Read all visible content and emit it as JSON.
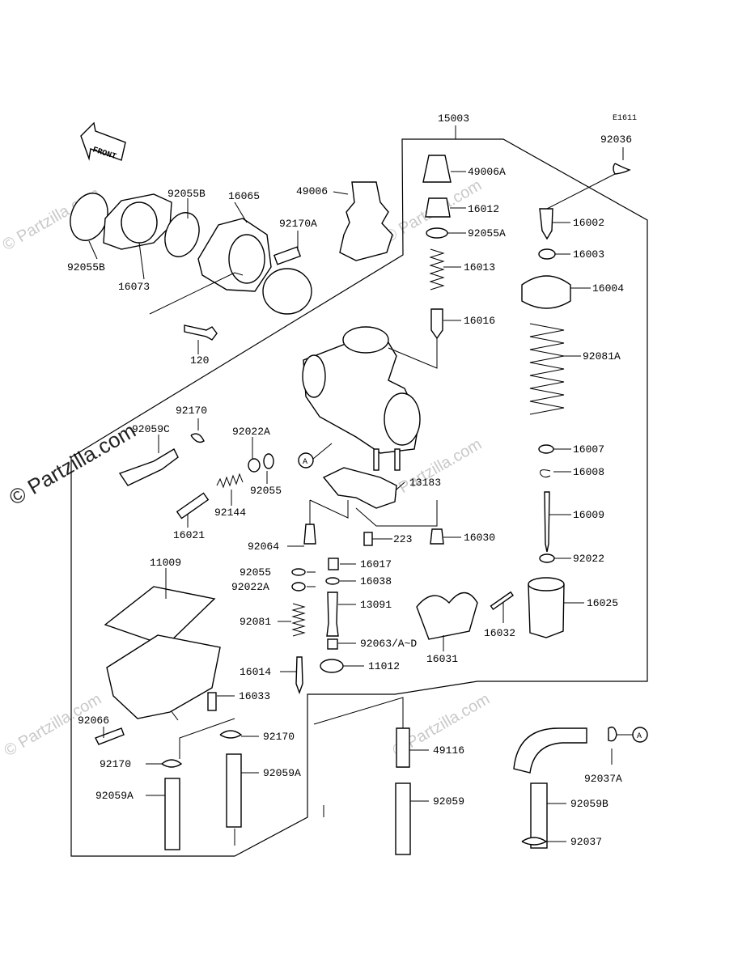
{
  "diagram_code": "E1611",
  "front_label": "FRONT",
  "callout_letter": "A",
  "watermark": "© Partzilla.com",
  "parts": {
    "p15003": "15003",
    "p92036": "92036",
    "p49006A": "49006A",
    "p16012": "16012",
    "p92055A": "92055A",
    "p16013": "16013",
    "p16016": "16016",
    "p16002": "16002",
    "p16003": "16003",
    "p16004": "16004",
    "p92081A": "92081A",
    "p16007": "16007",
    "p16008": "16008",
    "p16009": "16009",
    "p92022": "92022",
    "p16025": "16025",
    "p16032": "16032",
    "p16031": "16031",
    "p92055B_top": "92055B",
    "p16065": "16065",
    "p49006": "49006",
    "p92170A": "92170A",
    "p92055B_left": "92055B",
    "p16073": "16073",
    "p120": "120",
    "p92170_top": "92170",
    "p92059C": "92059C",
    "p92022A_top": "92022A",
    "p92055_mid": "92055",
    "p92144": "92144",
    "p16021": "16021",
    "p13183": "13183",
    "p92064": "92064",
    "p223": "223",
    "p16030": "16030",
    "p92055_low": "92055",
    "p16017": "16017",
    "p92022A_low": "92022A",
    "p16038": "16038",
    "p13091": "13091",
    "p92081": "92081",
    "p92063": "92063/A~D",
    "p16014": "16014",
    "p11012": "11012",
    "p16033": "16033",
    "p11009": "11009",
    "p92066": "92066",
    "p92170_mid": "92170",
    "p92170_low": "92170",
    "p92059A_mid": "92059A",
    "p92059A_low": "92059A",
    "p49116": "49116",
    "p92059": "92059",
    "p92037A": "92037A",
    "p92059B": "92059B",
    "p92037": "92037"
  }
}
